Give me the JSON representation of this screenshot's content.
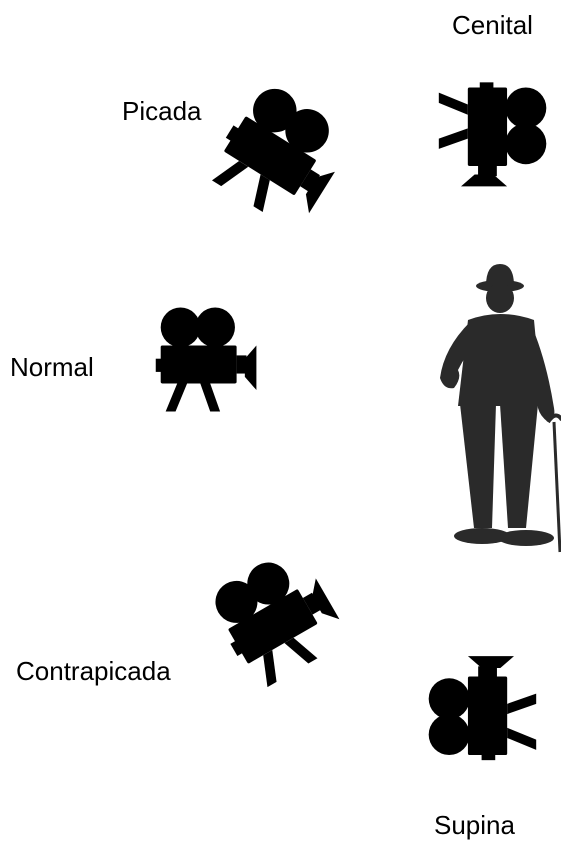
{
  "labels": {
    "cenital": "Cenital",
    "picada": "Picada",
    "normal": "Normal",
    "contrapicada": "Contrapicada",
    "supina": "Supina"
  },
  "icons": {
    "camera": "movie-camera-icon",
    "subject": "person-silhouette-icon"
  },
  "colors": {
    "silhouette": "#000000",
    "figure": "#2a2a2a",
    "background": "#ffffff"
  }
}
